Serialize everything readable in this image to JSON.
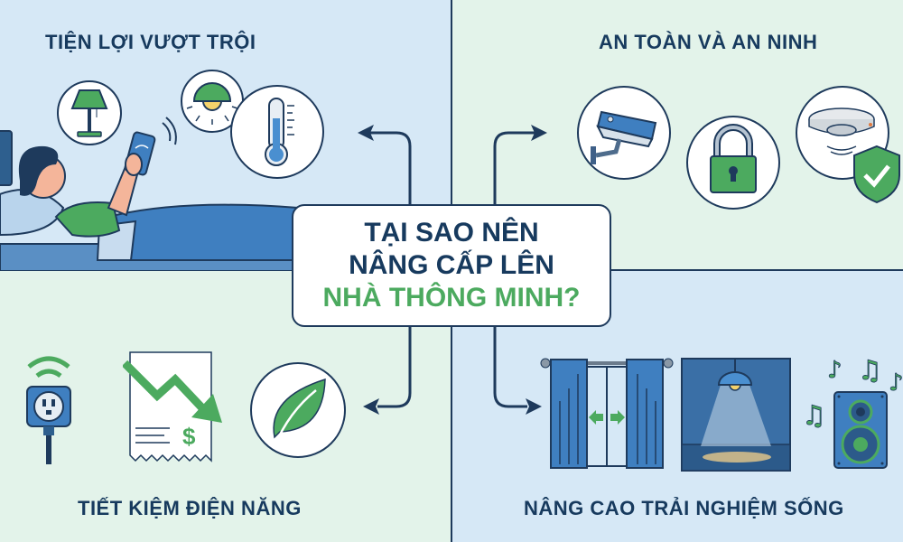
{
  "center": {
    "line1": "TẠI SAO NÊN",
    "line2": "NÂNG CẤP LÊN",
    "line3": "NHÀ THÔNG MINH?"
  },
  "quadrants": {
    "top_left": {
      "title": "TIỆN LỢI VƯỢT TRỘI",
      "icons": [
        "person-in-bed-with-phone",
        "table-lamp-icon",
        "ceiling-light-icon",
        "thermometer-icon"
      ]
    },
    "top_right": {
      "title": "AN TOÀN VÀ AN NINH",
      "icons": [
        "security-camera-icon",
        "padlock-icon",
        "smoke-detector-icon",
        "shield-check-icon"
      ]
    },
    "bottom_left": {
      "title": "TIẾT KIỆM ĐIỆN NĂNG",
      "icons": [
        "smart-plug-icon",
        "bill-down-trend-icon",
        "leaf-icon"
      ]
    },
    "bottom_right": {
      "title": "NÂNG CAO TRẢI NGHIỆM SỐNG",
      "icons": [
        "smart-curtain-icon",
        "pendant-lamp-icon",
        "speaker-music-icon"
      ]
    }
  },
  "colors": {
    "navy": "#173a5e",
    "green": "#4caa5f",
    "blue_bg": "#d6e8f6",
    "green_bg": "#e3f3ea",
    "icon_blue": "#3f7fc0"
  }
}
